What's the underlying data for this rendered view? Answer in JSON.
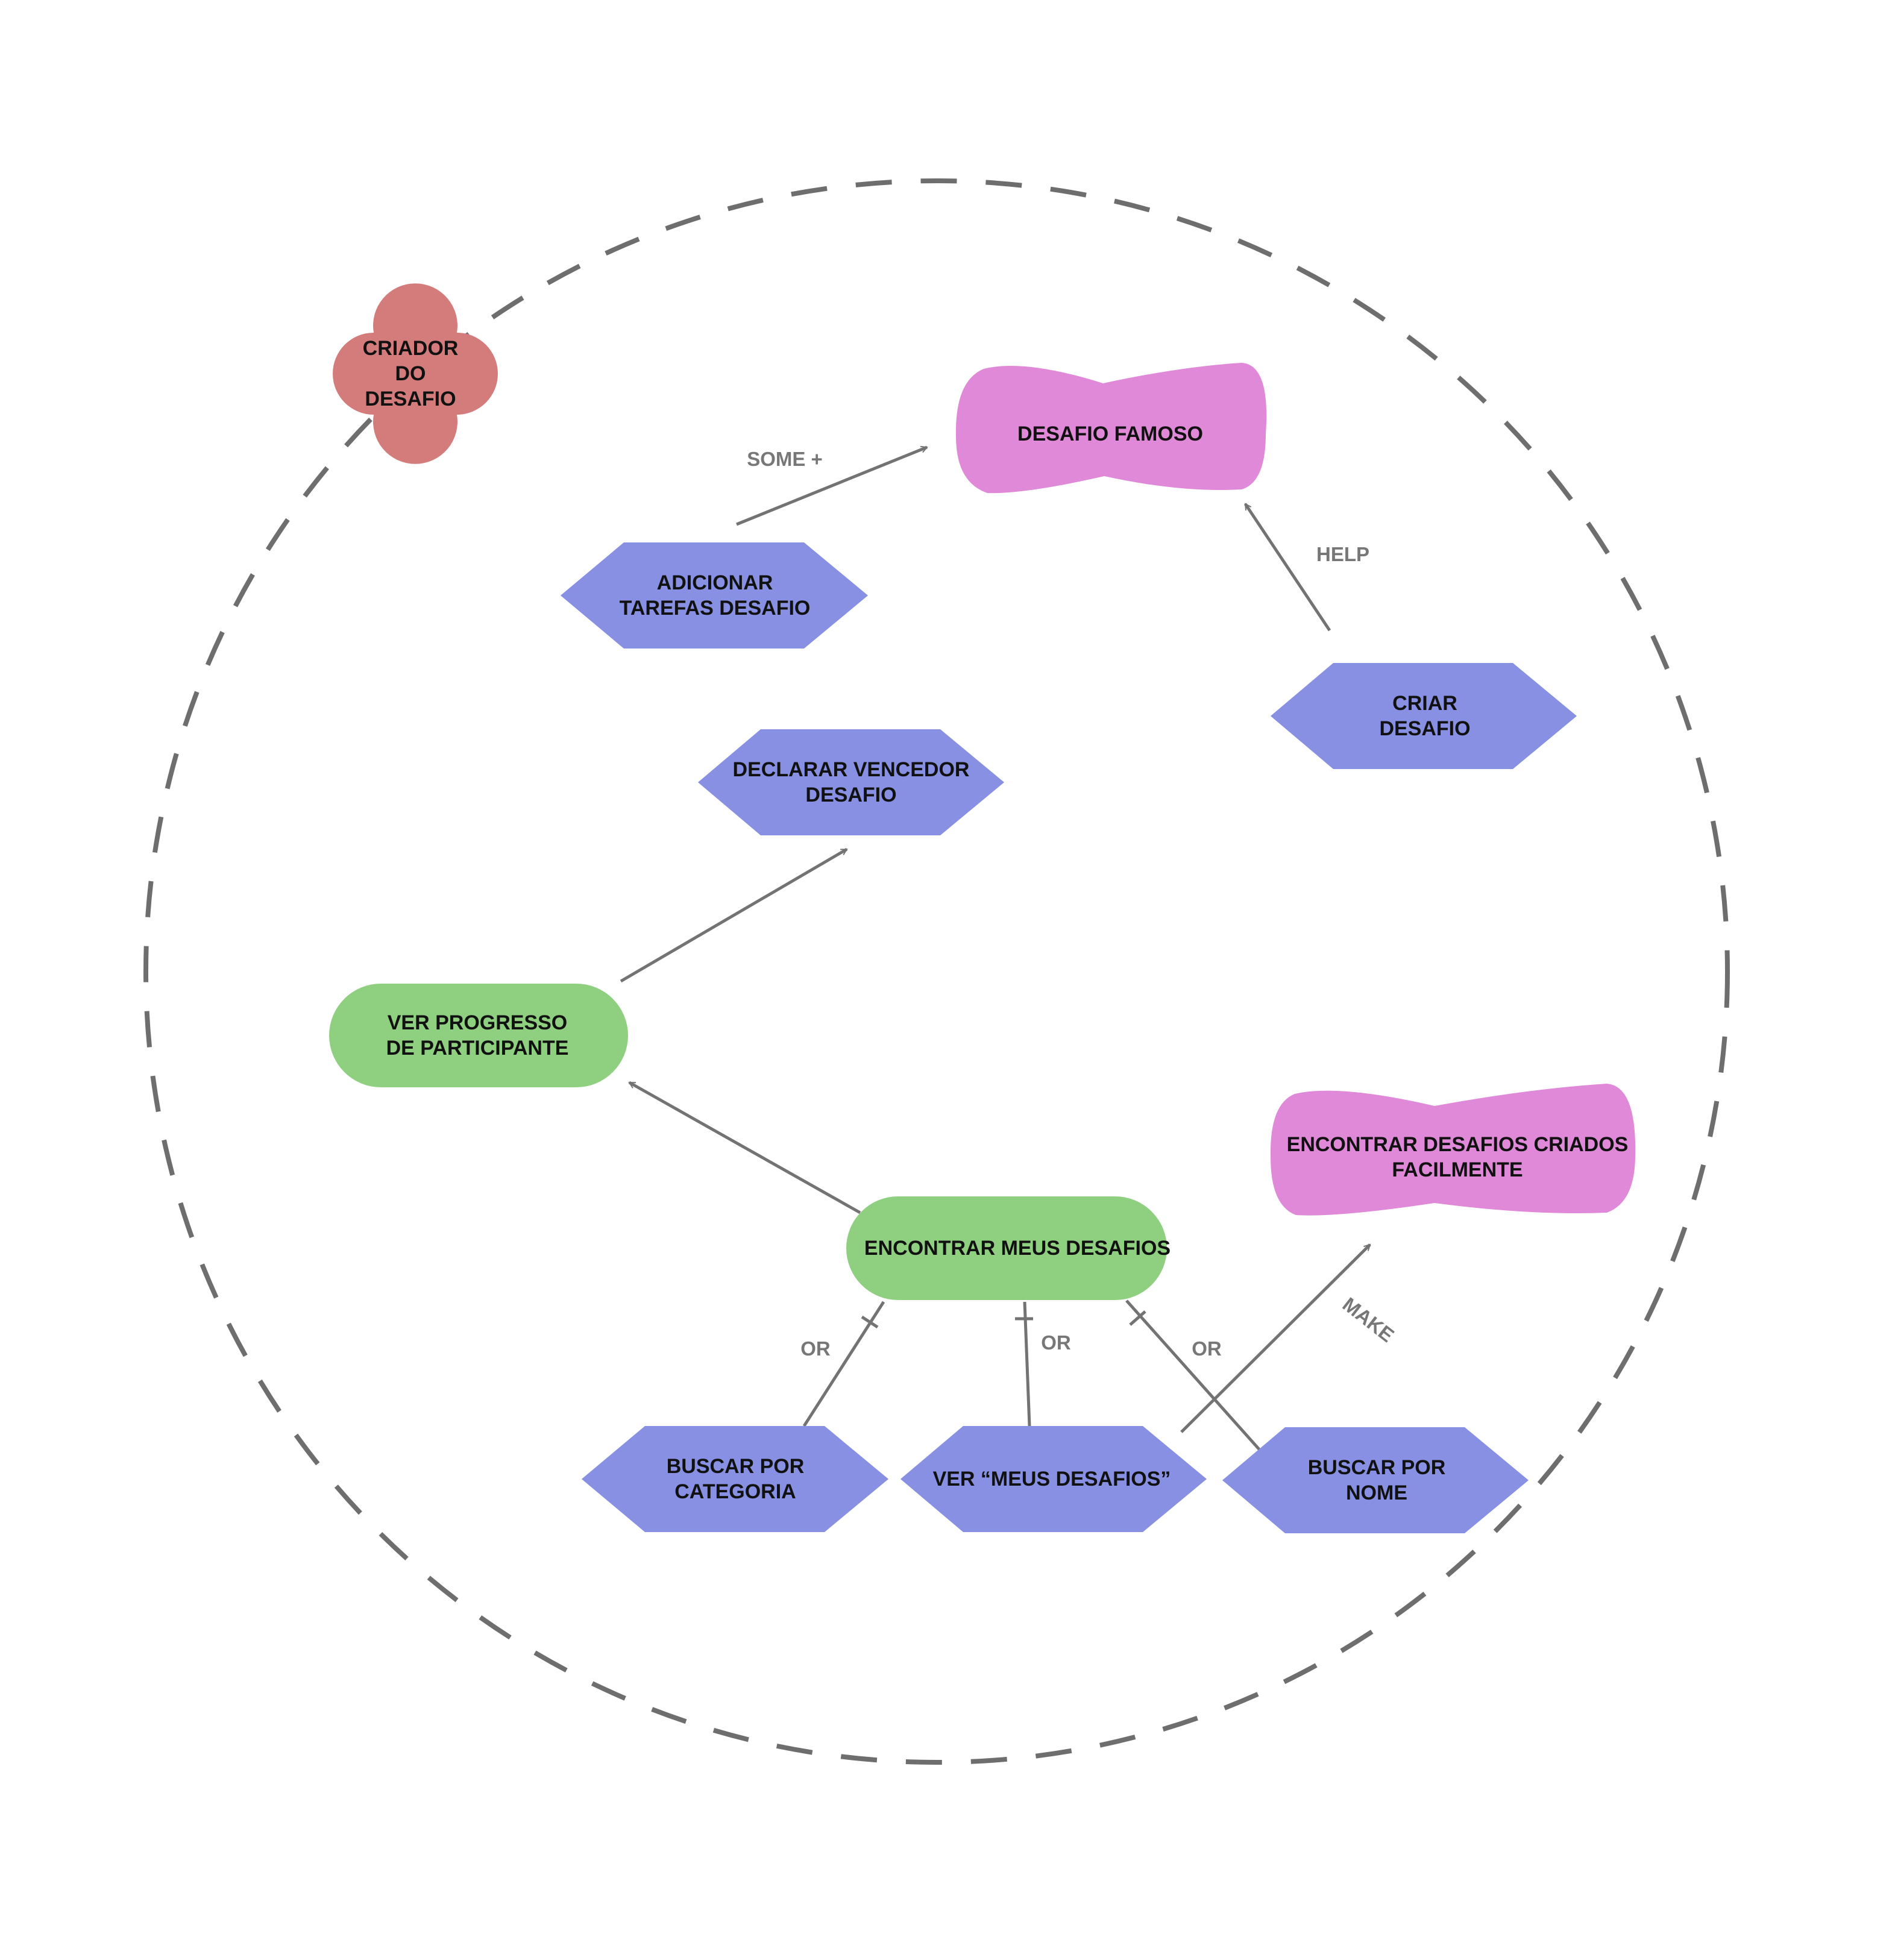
{
  "colors": {
    "background": "#ffffff",
    "boundary": "#6e6e6e",
    "arrow": "#737373",
    "actor": "#d47c7c",
    "goal": "#e089d8",
    "task": "#8790e2",
    "softgoal": "#8ecf80"
  },
  "actor": {
    "shape": "flower",
    "lines": [
      "CRIADOR",
      "DO",
      "DESAFIO"
    ]
  },
  "goals": {
    "desafio_famoso": {
      "shape": "wavy-rectangle",
      "lines": [
        "DESAFIO FAMOSO"
      ]
    },
    "encontrar_facilmente": {
      "shape": "wavy-rectangle",
      "lines": [
        "ENCONTRAR DESAFIOS CRIADOS",
        "FACILMENTE"
      ]
    }
  },
  "tasks": {
    "adicionar_tarefas": {
      "shape": "hexagon",
      "lines": [
        "ADICIONAR",
        "TAREFAS DESAFIO"
      ]
    },
    "criar_desafio": {
      "shape": "hexagon",
      "lines": [
        "CRIAR",
        "DESAFIO"
      ]
    },
    "declarar_vencedor": {
      "shape": "hexagon",
      "lines": [
        "DECLARAR VENCEDOR",
        "DESAFIO"
      ]
    },
    "buscar_categoria": {
      "shape": "hexagon",
      "lines": [
        "BUSCAR POR",
        "CATEGORIA"
      ]
    },
    "ver_meus_desafios": {
      "shape": "hexagon",
      "lines": [
        "VER “MEUS DESAFIOS”"
      ]
    },
    "buscar_nome": {
      "shape": "hexagon",
      "lines": [
        "BUSCAR POR",
        "NOME"
      ]
    }
  },
  "softgoals": {
    "ver_progresso": {
      "shape": "pill",
      "lines": [
        "VER PROGRESSO",
        "DE PARTICIPANTE"
      ]
    },
    "encontrar_meus": {
      "shape": "pill",
      "lines": [
        "ENCONTRAR MEUS DESAFIOS"
      ]
    }
  },
  "edge_labels": {
    "some_plus": "SOME +",
    "help": "HELP",
    "or_1": "OR",
    "or_2": "OR",
    "or_3": "OR",
    "make": "MAKE"
  },
  "links": [
    {
      "from": "adicionar_tarefas",
      "to": "desafio_famoso",
      "type": "contribution",
      "label": "SOME +"
    },
    {
      "from": "criar_desafio",
      "to": "desafio_famoso",
      "type": "contribution",
      "label": "HELP"
    },
    {
      "from": "ver_progresso",
      "to": "declarar_vencedor",
      "type": "means-end"
    },
    {
      "from": "encontrar_meus",
      "to": "ver_progresso",
      "type": "means-end"
    },
    {
      "from": "buscar_categoria",
      "to": "encontrar_meus",
      "type": "or-decomposition",
      "label": "OR"
    },
    {
      "from": "ver_meus_desafios",
      "to": "encontrar_meus",
      "type": "or-decomposition",
      "label": "OR"
    },
    {
      "from": "buscar_nome",
      "to": "encontrar_meus",
      "type": "or-decomposition",
      "label": "OR"
    },
    {
      "from": "ver_meus_desafios",
      "to": "encontrar_facilmente",
      "type": "contribution",
      "label": "MAKE"
    }
  ]
}
